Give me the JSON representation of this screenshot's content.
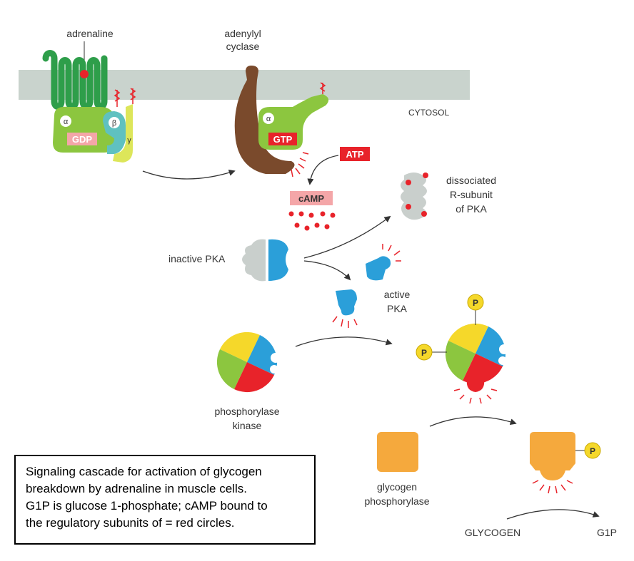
{
  "labels": {
    "adrenaline": "adrenaline",
    "adenylyl_cyclase_1": "adenylyl",
    "adenylyl_cyclase_2": "cyclase",
    "cytosol": "CYTOSOL",
    "alpha": "α",
    "beta": "β",
    "gamma": "γ",
    "gdp": "GDP",
    "gtp": "GTP",
    "atp": "ATP",
    "camp": "cAMP",
    "dissociated_1": "dissociated",
    "dissociated_2": "R-subunit",
    "dissociated_3": "of PKA",
    "inactive_pka": "inactive PKA",
    "active_pka_1": "active",
    "active_pka_2": "PKA",
    "phosphorylase_kinase_1": "phosphorylase",
    "phosphorylase_kinase_2": "kinase",
    "glycogen_phosphorylase_1": "glycogen",
    "glycogen_phosphorylase_2": "phosphorylase",
    "glycogen": "GLYCOGEN",
    "g1p": "G1P",
    "phosphate": "P"
  },
  "caption": {
    "line1": "Signaling cascade for activation of glycogen",
    "line2": "breakdown by adrenaline in muscle cells.",
    "line3": "G1P is glucose 1-phosphate; cAMP bound to",
    "line4": "the regulatory subunits of = red circles."
  },
  "colors": {
    "membrane": "#c9d3cd",
    "receptor": "#2e9e4a",
    "g_alpha": "#8cc63f",
    "g_beta": "#5fc1c0",
    "g_gamma": "#dde65a",
    "cyclase": "#7a4a2c",
    "red": "#e8232a",
    "chip_pink": "#f4a6a8",
    "pka_r": "#c9cfcc",
    "pka_c": "#2b9fd9",
    "kinase_yellow": "#f5d82a",
    "kinase_green": "#8cc63f",
    "kinase_red": "#e8232a",
    "phosphorylase": "#f5a93d"
  }
}
